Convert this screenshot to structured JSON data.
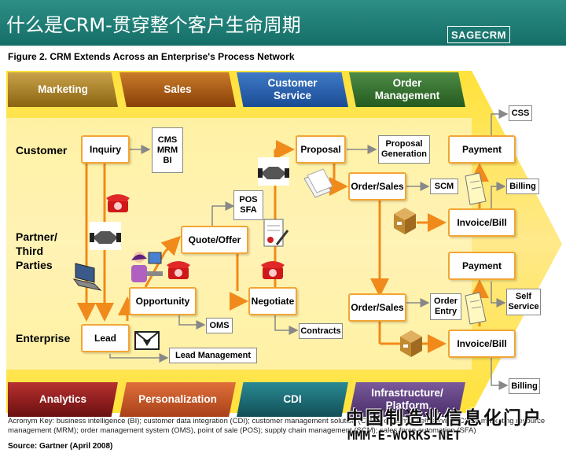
{
  "banner": {
    "title": "什么是CRM-贯穿整个客户生命周期",
    "logo": "SAGECRM"
  },
  "figure": {
    "title": "Figure 2. CRM Extends Across an Enterprise's Process Network"
  },
  "top_headers": [
    "Marketing",
    "Sales",
    "Customer Service",
    "Order Management"
  ],
  "bottom_headers": [
    "Analytics",
    "Personalization",
    "CDI",
    "Infrastructure/ Platform"
  ],
  "row_labels": {
    "customer": "Customer",
    "partner": "Partner/ Third Parties",
    "enterprise": "Enterprise"
  },
  "process_boxes": {
    "inquiry": "Inquiry",
    "quote_offer": "Quote/Offer",
    "opportunity": "Opportunity",
    "lead": "Lead",
    "proposal": "Proposal",
    "negotiate": "Negotiate",
    "order_sales_top": "Order/Sales",
    "order_sales_bottom": "Order/Sales",
    "payment_top": "Payment",
    "payment_bottom": "Payment",
    "invoice_top": "Invoice/Bill",
    "invoice_bottom": "Invoice/Bill"
  },
  "system_boxes": {
    "cms": "CMS MRM BI",
    "pos": "POS SFA",
    "oms": "OMS",
    "lead_mgmt": "Lead Management",
    "proposal_gen": "Proposal Generation",
    "contracts": "Contracts",
    "scm": "SCM",
    "order_entry": "Order Entry",
    "css": "CSS",
    "billing_top": "Billing",
    "self_service": "Self Service",
    "billing_bottom": "Billing"
  },
  "acronym_key": "Acronym Key: business intelligence (BI); customer data integration (CDI); customer management solution (CMS); customer self-service (CSS); marketing resource management (MRM); order management system (OMS), point of sale (POS); supply chain management (SCM); sales force automation (SFA)",
  "source": "Source: Gartner (April 2008)",
  "watermark": {
    "line1": "中国制造业信息化门户",
    "line2": "MMM-E-WORKS-NET"
  },
  "colors": {
    "marketing": "#a87c14",
    "sales": "#a05208",
    "customer_service": "#1f5aa8",
    "order_management": "#2f6a2a",
    "analytics": "#8a1a1a",
    "personalization": "#c0501e",
    "cdi": "#1a6e78",
    "infrastructure": "#5a3a7a",
    "flow_arrow": "#f08a1a",
    "banner": "#1d7b73"
  }
}
